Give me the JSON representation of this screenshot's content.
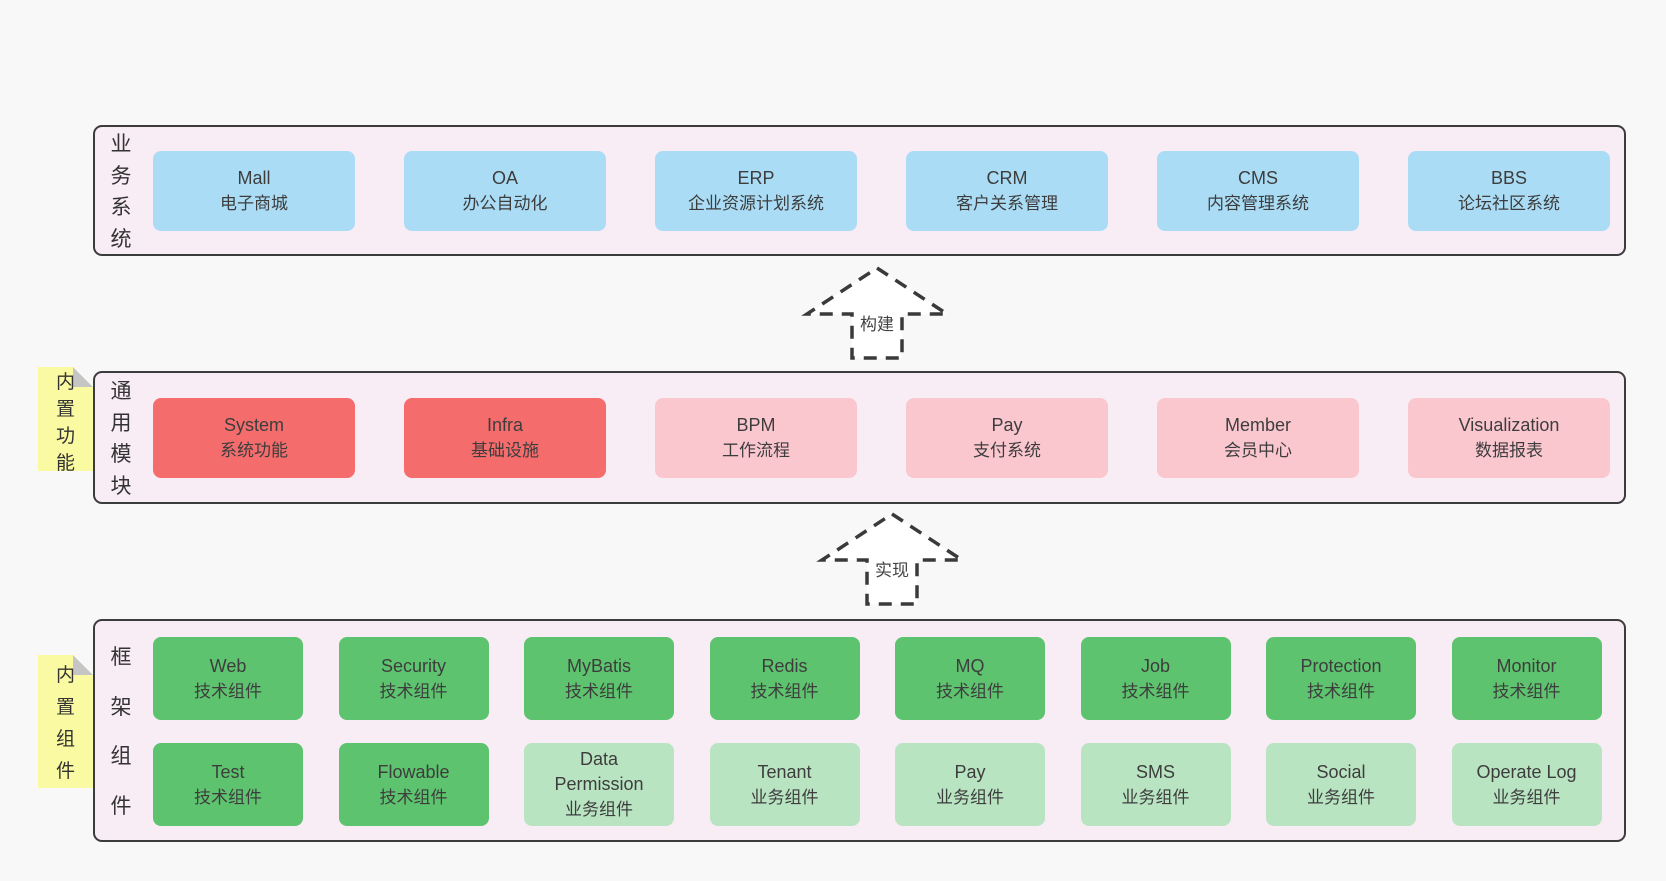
{
  "colors": {
    "page_bg": "#f8f8f8",
    "panel_bg": "#f8ecf5",
    "panel_border": "#3c3c3c",
    "blue": "#aadcf5",
    "red": "#f56c6c",
    "pink": "#fbc7cf",
    "green": "#5ec36e",
    "light_green": "#b9e4c2",
    "note_yellow": "#fafaa2",
    "note_fold": "#c5c5c5",
    "text": "#3d3d3d",
    "arrow": "#3a3a3a"
  },
  "panels": {
    "business": {
      "label": "业务系统",
      "boxes": [
        {
          "en": "Mall",
          "cn": "电子商城",
          "variant": "blue"
        },
        {
          "en": "OA",
          "cn": "办公自动化",
          "variant": "blue"
        },
        {
          "en": "ERP",
          "cn": "企业资源计划系统",
          "variant": "blue"
        },
        {
          "en": "CRM",
          "cn": "客户关系管理",
          "variant": "blue"
        },
        {
          "en": "CMS",
          "cn": "内容管理系统",
          "variant": "blue"
        },
        {
          "en": "BBS",
          "cn": "论坛社区系统",
          "variant": "blue"
        }
      ]
    },
    "modules": {
      "label": "通用模块",
      "note": "内置功能",
      "boxes": [
        {
          "en": "System",
          "cn": "系统功能",
          "variant": "red"
        },
        {
          "en": "Infra",
          "cn": "基础设施",
          "variant": "red"
        },
        {
          "en": "BPM",
          "cn": "工作流程",
          "variant": "pink"
        },
        {
          "en": "Pay",
          "cn": "支付系统",
          "variant": "pink"
        },
        {
          "en": "Member",
          "cn": "会员中心",
          "variant": "pink"
        },
        {
          "en": "Visualization",
          "cn": "数据报表",
          "variant": "pink"
        }
      ]
    },
    "framework": {
      "label": "框架组件",
      "note": "内置组件",
      "rows": [
        [
          {
            "en": "Web",
            "cn": "技术组件",
            "variant": "green"
          },
          {
            "en": "Security",
            "cn": "技术组件",
            "variant": "green"
          },
          {
            "en": "MyBatis",
            "cn": "技术组件",
            "variant": "green"
          },
          {
            "en": "Redis",
            "cn": "技术组件",
            "variant": "green"
          },
          {
            "en": "MQ",
            "cn": "技术组件",
            "variant": "green"
          },
          {
            "en": "Job",
            "cn": "技术组件",
            "variant": "green"
          },
          {
            "en": "Protection",
            "cn": "技术组件",
            "variant": "green"
          },
          {
            "en": "Monitor",
            "cn": "技术组件",
            "variant": "green"
          }
        ],
        [
          {
            "en": "Test",
            "cn": "技术组件",
            "variant": "green"
          },
          {
            "en": "Flowable",
            "cn": "技术组件",
            "variant": "green"
          },
          {
            "en": "Data Permission",
            "cn": "业务组件",
            "variant": "light_green"
          },
          {
            "en": "Tenant",
            "cn": "业务组件",
            "variant": "light_green"
          },
          {
            "en": "Pay",
            "cn": "业务组件",
            "variant": "light_green"
          },
          {
            "en": "SMS",
            "cn": "业务组件",
            "variant": "light_green"
          },
          {
            "en": "Social",
            "cn": "业务组件",
            "variant": "light_green"
          },
          {
            "en": "Operate Log",
            "cn": "业务组件",
            "variant": "light_green"
          }
        ]
      ]
    }
  },
  "arrows": {
    "build": "构建",
    "implement": "实现"
  }
}
